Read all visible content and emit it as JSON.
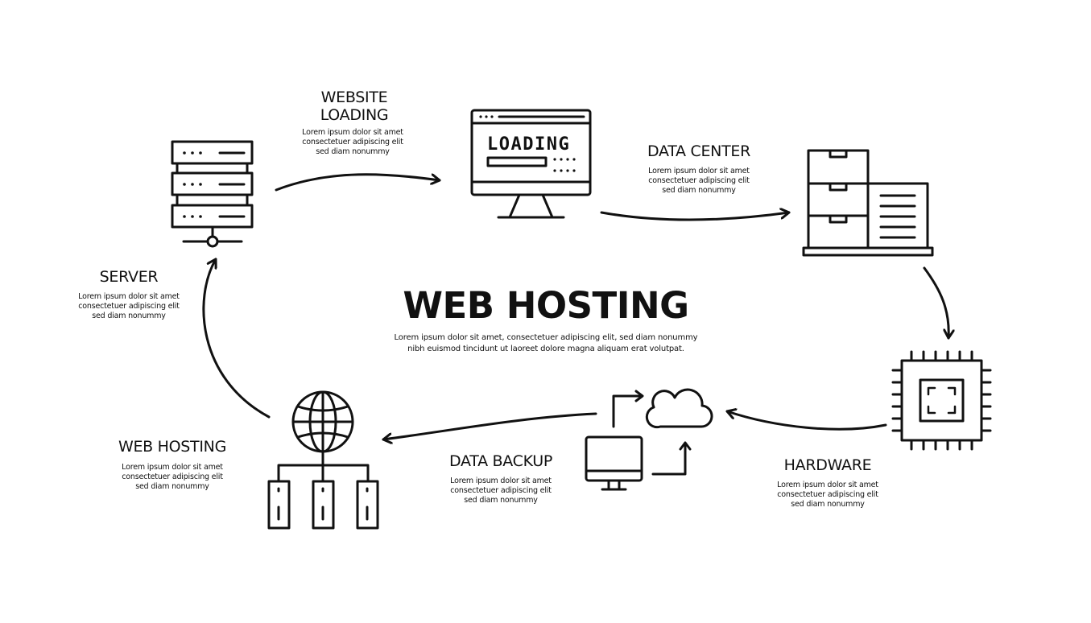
{
  "header": {
    "title": "WEB HOSTING",
    "description_lines": [
      "Lorem ipsum dolor sit amet, consectetuer adipiscing elit, sed diam nonummy",
      "nibh euismod tincidunt ut laoreet dolore magna aliquam erat volutpat."
    ]
  },
  "steps": [
    {
      "id": "website-loading",
      "title_lines": [
        "WEBSITE",
        "LOADING"
      ],
      "desc_lines": [
        "Lorem ipsum dolor sit amet",
        "consectetuer adipiscing elit",
        "sed diam nonummy"
      ],
      "icon": "monitor-loading-icon"
    },
    {
      "id": "data-center",
      "title_lines": [
        "DATA CENTER"
      ],
      "desc_lines": [
        "Lorem ipsum dolor sit amet",
        "consectetuer adipiscing elit",
        "sed diam nonummy"
      ],
      "icon": "data-center-icon"
    },
    {
      "id": "hardware",
      "title_lines": [
        "HARDWARE"
      ],
      "desc_lines": [
        "Lorem ipsum dolor sit amet",
        "consectetuer adipiscing elit",
        "sed diam nonummy"
      ],
      "icon": "chip-icon"
    },
    {
      "id": "data-backup",
      "title_lines": [
        "DATA BACKUP"
      ],
      "desc_lines": [
        "Lorem ipsum dolor sit amet",
        "consectetuer adipiscing elit",
        "sed diam nonummy"
      ],
      "icon": "cloud-backup-icon"
    },
    {
      "id": "web-hosting",
      "title_lines": [
        "WEB HOSTING"
      ],
      "desc_lines": [
        "Lorem ipsum dolor sit amet",
        "consectetuer adipiscing elit",
        "sed diam nonummy"
      ],
      "icon": "globe-network-icon"
    },
    {
      "id": "server",
      "title_lines": [
        "SERVER"
      ],
      "desc_lines": [
        "Lorem ipsum dolor sit amet",
        "consectetuer adipiscing elit",
        "sed diam nonummy"
      ],
      "icon": "server-rack-icon"
    }
  ],
  "monitor_screen_text": "LOADING",
  "colors": {
    "ink": "#111111",
    "background": "#ffffff"
  }
}
